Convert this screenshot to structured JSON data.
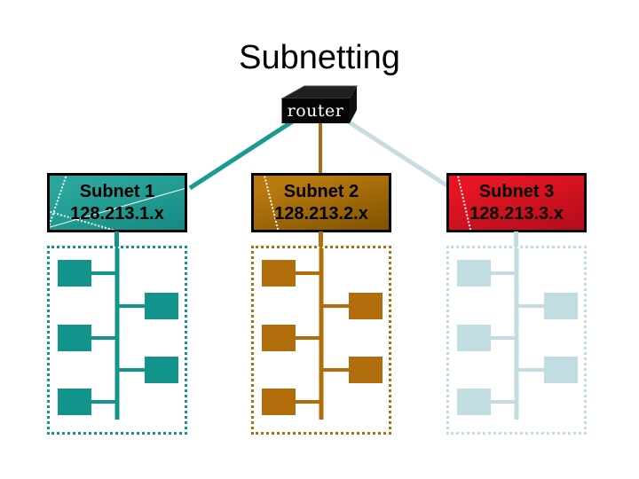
{
  "slide": {
    "title": "Subnetting",
    "background": "#ffffff"
  },
  "router": {
    "label": "router",
    "front_color": "#050505",
    "top_color": "#202020",
    "side_color": "#101010"
  },
  "subnets": [
    {
      "name": "Subnet 1",
      "address": "128.213.1.x",
      "accent": "#12948c",
      "label_fill_top": "#2ba59b",
      "label_fill_bottom": "#148a82",
      "link_color": "#1b9a90",
      "host_count": 5
    },
    {
      "name": "Subnet 2",
      "address": "128.213.2.x",
      "accent": "#b16c0b",
      "label_fill_top": "#b8790f",
      "label_fill_bottom": "#7f5300",
      "link_color": "#aa6c15",
      "host_count": 5
    },
    {
      "name": "Subnet 3",
      "address": "128.213.3.x",
      "accent": "#c2dde1",
      "label_fill_top": "#e51523",
      "label_fill_bottom": "#b30d1a",
      "link_color": "#c9dde0",
      "host_count": 5
    }
  ]
}
